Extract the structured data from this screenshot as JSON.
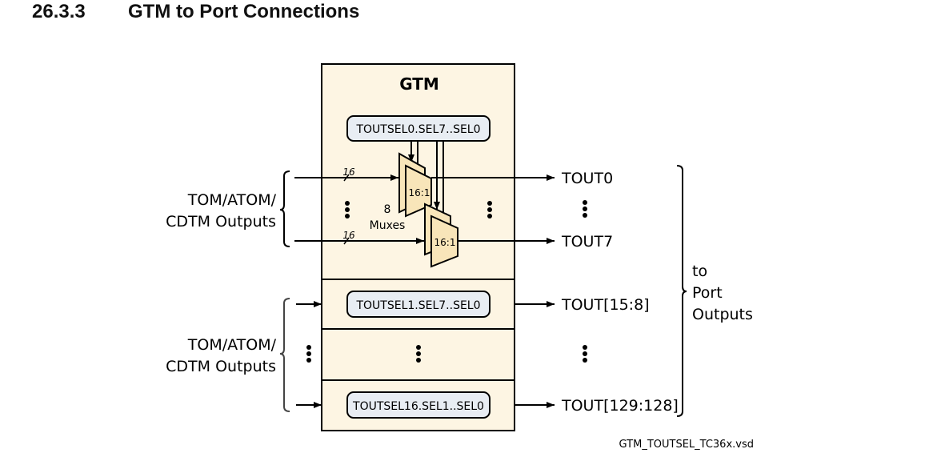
{
  "section": {
    "number": "26.3.3",
    "title": "GTM to Port Connections"
  },
  "diagram": {
    "gtm_label": "GTM",
    "registers": [
      "TOUTSEL0.SEL7..SEL0",
      "TOUTSEL1.SEL7..SEL0",
      "TOUTSEL16.SEL1..SEL0"
    ],
    "mux_label": "16:1",
    "mux_count_label_line1": "8",
    "mux_count_label_line2": "Muxes",
    "bus_width_label": "16",
    "input_group_label_line1": "TOM/ATOM/",
    "input_group_label_line2": "CDTM Outputs",
    "outputs": [
      "TOUT0",
      "TOUT7",
      "TOUT[15:8]",
      "TOUT[129:128]"
    ],
    "port_label_line1": "to",
    "port_label_line2": "Port",
    "port_label_line3": "Outputs",
    "file_name": "GTM_TOUTSEL_TC36x.vsd",
    "colors": {
      "gtm_fill": "#fdf5e3",
      "mux_fill": "#f8e5b9",
      "register_fill": "#e8edf3",
      "stroke": "#000000"
    }
  }
}
